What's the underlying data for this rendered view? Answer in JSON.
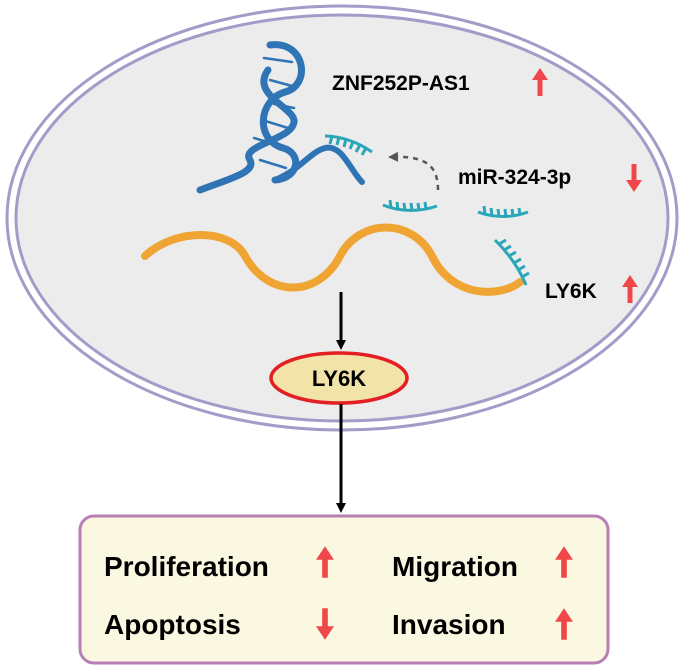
{
  "colors": {
    "cell_fill": "#ececec",
    "cell_border": "#a69ac8",
    "rna_blue": "#2f74b5",
    "mirna_teal": "#2aa6b8",
    "mrna_orange": "#f0a434",
    "arrow_red": "#f0474a",
    "ellipse_fill": "#f2e4a8",
    "ellipse_border": "#e31e24",
    "box_fill": "#fbf8e2",
    "box_border": "#b77fb4",
    "flow_arrow": "#000000"
  },
  "labels": {
    "lncrna": "ZNF252P-AS1",
    "mirna": "miR-324-3p",
    "mrna": "LY6K",
    "protein": "LY6K"
  },
  "direction": {
    "lncrna": "up",
    "mirna": "down",
    "mrna": "up"
  },
  "outcomes": [
    {
      "label": "Proliferation",
      "direction": "up"
    },
    {
      "label": "Migration",
      "direction": "up"
    },
    {
      "label": "Apoptosis",
      "direction": "down"
    },
    {
      "label": "Invasion",
      "direction": "up"
    }
  ]
}
